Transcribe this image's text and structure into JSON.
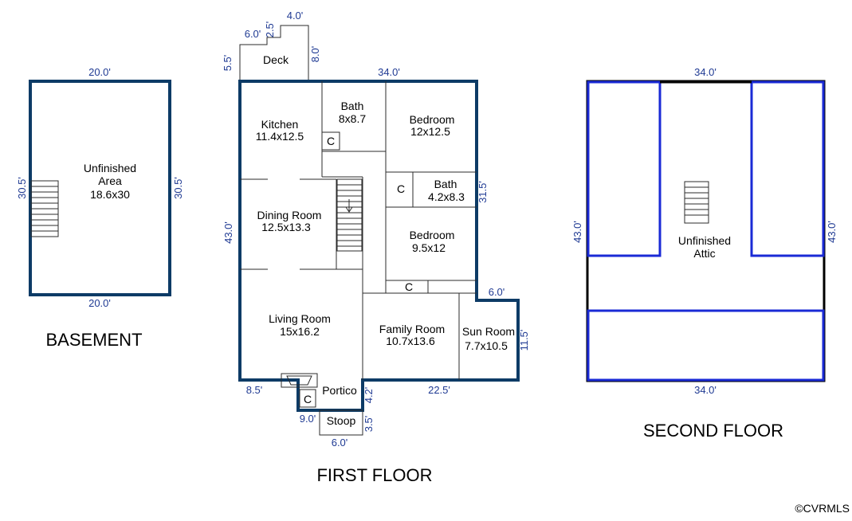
{
  "basement": {
    "title": "BASEMENT",
    "room_name": "Unfinished",
    "room_name2": "Area",
    "room_size": "18.6x30",
    "dims": {
      "top": "20.0'",
      "bottom": "20.0'",
      "left": "30.5'",
      "right": "30.5'"
    }
  },
  "first_floor": {
    "title": "FIRST FLOOR",
    "rooms": {
      "deck": "Deck",
      "kitchen": "Kitchen",
      "kitchen_size": "11.4x12.5",
      "bath1": "Bath",
      "bath1_size": "8x8.7",
      "bedroom1": "Bedroom",
      "bedroom1_size": "12x12.5",
      "bath2": "Bath",
      "bath2_size": "4.2x8.3",
      "dining": "Dining Room",
      "dining_size": "12.5x13.3",
      "bedroom2": "Bedroom",
      "bedroom2_size": "9.5x12",
      "living": "Living Room",
      "living_size": "15x16.2",
      "family": "Family Room",
      "family_size": "10.7x13.6",
      "sun": "Sun Room",
      "sun_size": "7.7x10.5",
      "portico": "Portico",
      "stoop": "Stoop",
      "closet": "C"
    },
    "dims": {
      "deck_left": "5.5'",
      "deck_top": "6.0'",
      "deck_step": "2.5'",
      "deck_top2": "4.0'",
      "deck_right": "8.0'",
      "top": "34.0'",
      "left": "43.0'",
      "right": "31.5'",
      "sun_top": "6.0'",
      "sun_right": "11.5'",
      "bottom_left": "8.5'",
      "bottom_right": "22.5'",
      "portico": "4.2'",
      "stoop_left": "9.0'",
      "stoop_right": "3.5'",
      "stoop_bottom": "6.0'"
    }
  },
  "second_floor": {
    "title": "SECOND FLOOR",
    "room_name": "Unfinished",
    "room_name2": "Attic",
    "dims": {
      "top": "34.0'",
      "bottom": "34.0'",
      "left": "43.0'",
      "right": "43.0'"
    }
  },
  "watermark": "©CVRMLS"
}
